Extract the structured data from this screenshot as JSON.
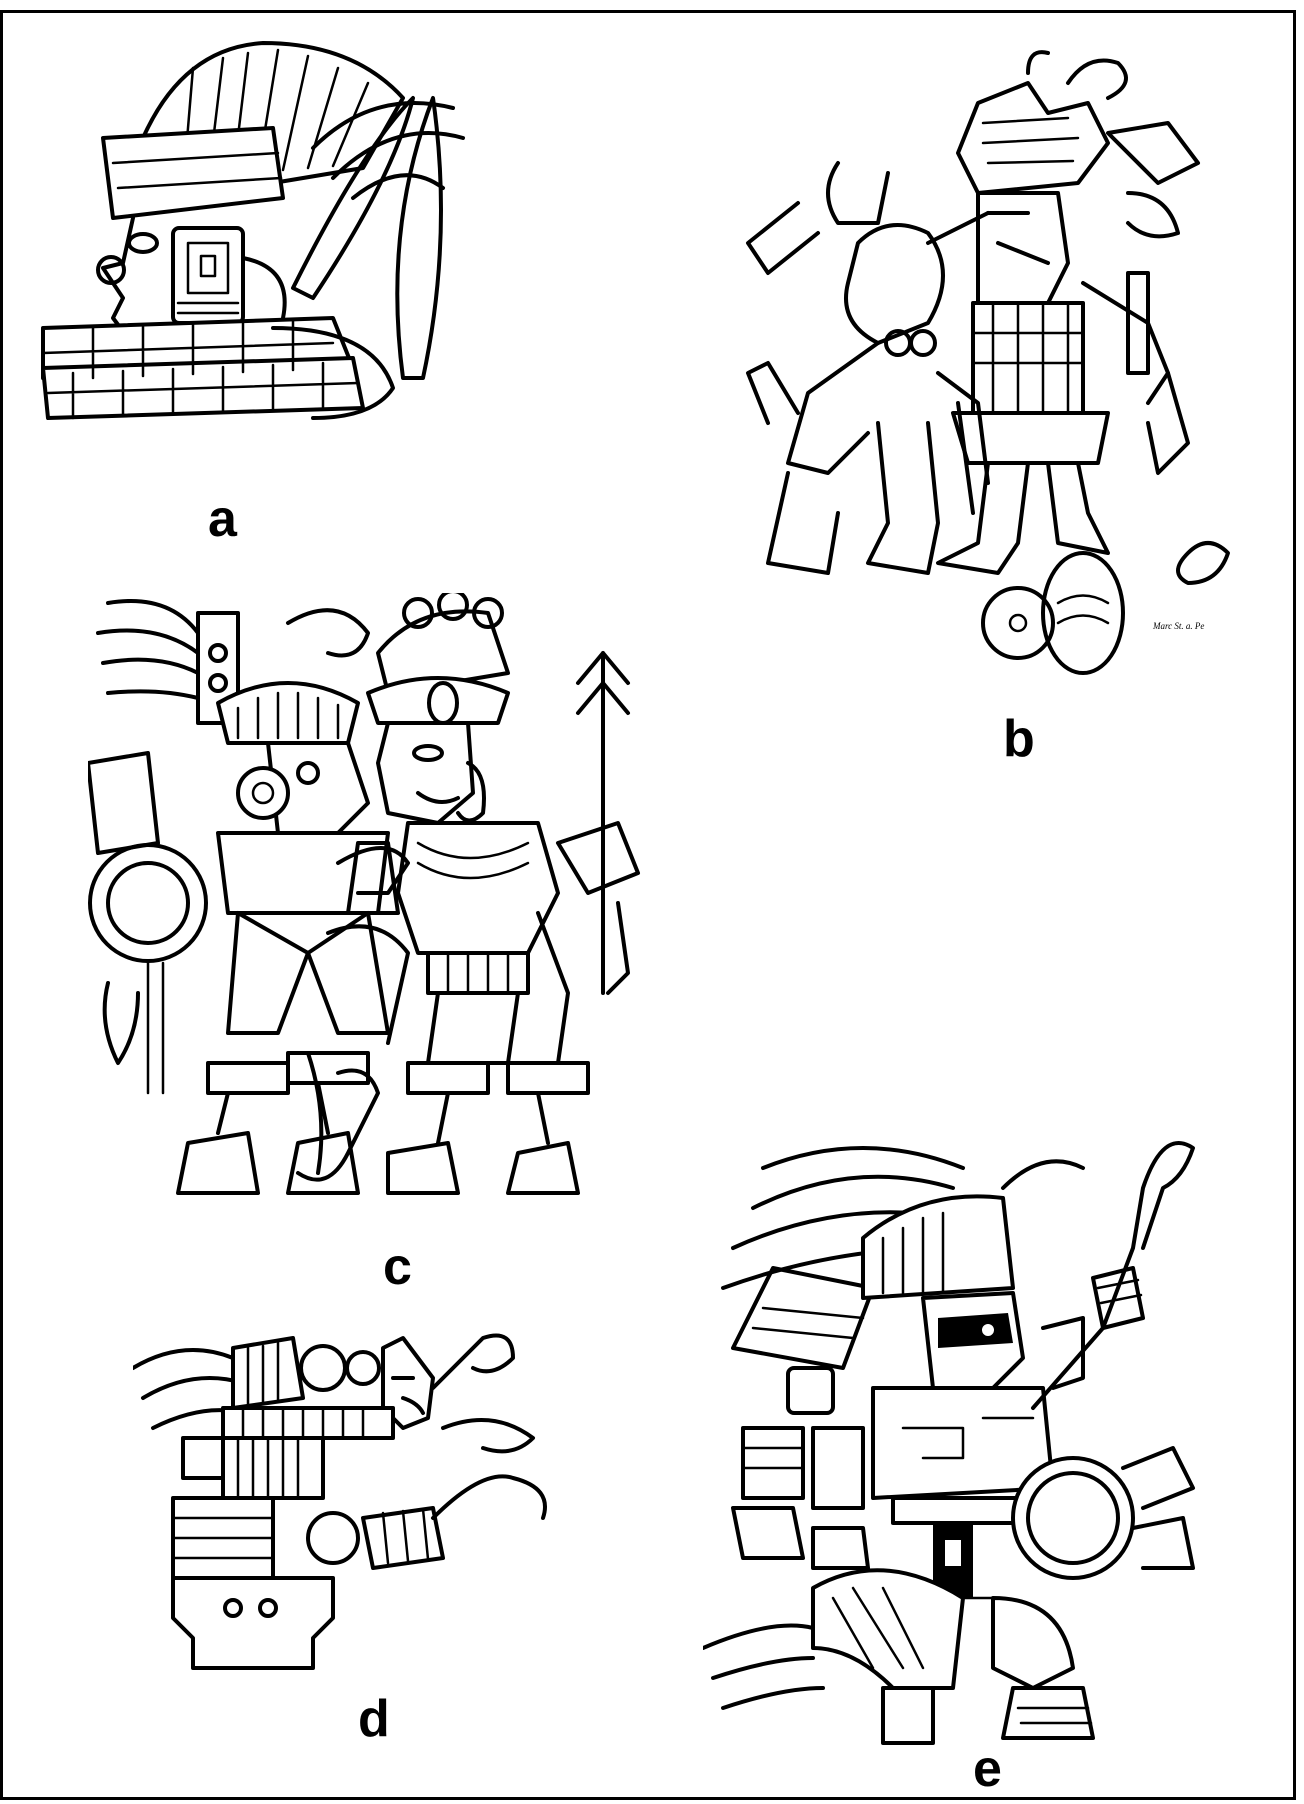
{
  "labels": {
    "a": "a",
    "b": "b",
    "c": "c",
    "d": "d",
    "e": "e"
  },
  "signature": "Marc St. a. Pe"
}
